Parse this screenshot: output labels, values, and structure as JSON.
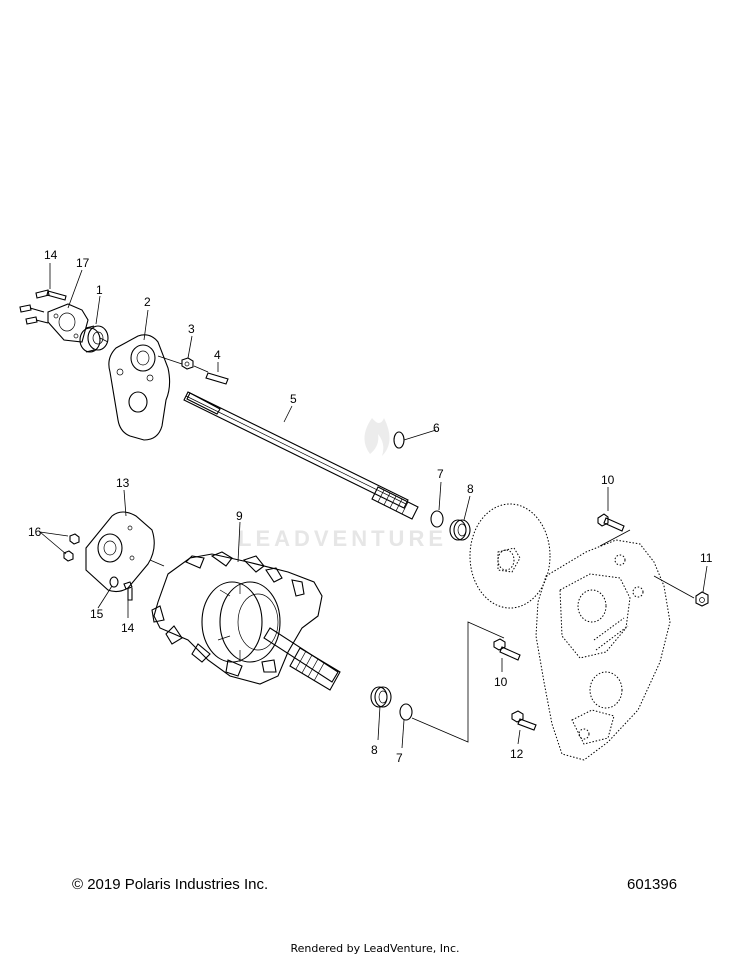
{
  "callouts": {
    "c14a": "14",
    "c17": "17",
    "c1": "1",
    "c2": "2",
    "c3": "3",
    "c4": "4",
    "c5": "5",
    "c6": "6",
    "c7a": "7",
    "c8a": "8",
    "c10a": "10",
    "c11": "11",
    "c13": "13",
    "c16": "16",
    "c9": "9",
    "c15": "15",
    "c14b": "14",
    "c10b": "10",
    "c8b": "8",
    "c7b": "7",
    "c12": "12"
  },
  "watermark": "LEADVENTURE",
  "footer": {
    "copyright": "© 2019 Polaris Industries Inc.",
    "part_number": "601396",
    "rendered_by": "Rendered by LeadVenture, Inc."
  }
}
